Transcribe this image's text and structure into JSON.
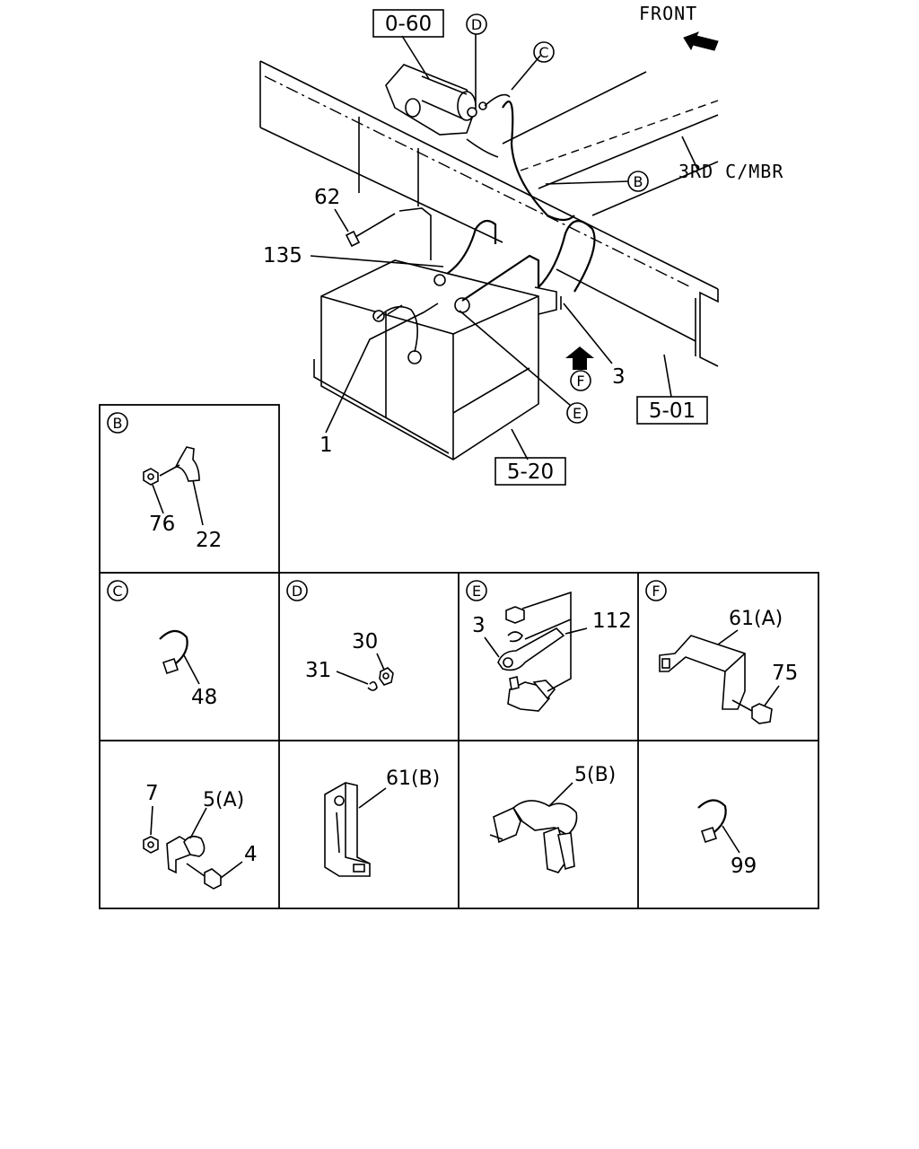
{
  "main": {
    "front_label": "FRONT",
    "frame_label": "3RD C/MBR",
    "ref_boxes": {
      "r060": "0-60",
      "r501": "5-01",
      "r520": "5-20"
    },
    "callouts": {
      "b": "B",
      "c": "C",
      "d": "D",
      "e": "E",
      "f": "F"
    },
    "parts": {
      "p62": "62",
      "p135": "135",
      "p3": "3",
      "p1": "1"
    }
  },
  "details": {
    "b": {
      "letter": "B",
      "parts": [
        "76",
        "22"
      ]
    },
    "c": {
      "letter": "C",
      "parts": [
        "48"
      ]
    },
    "d": {
      "letter": "D",
      "parts": [
        "30",
        "31"
      ]
    },
    "e": {
      "letter": "E",
      "parts": [
        "3",
        "112"
      ]
    },
    "f": {
      "letter": "F",
      "parts": [
        "61(A)",
        "75"
      ]
    },
    "g": {
      "parts": [
        "7",
        "5(A)",
        "4"
      ]
    },
    "h": {
      "parts": [
        "61(B)"
      ]
    },
    "i": {
      "parts": [
        "5(B)"
      ]
    },
    "j": {
      "parts": [
        "99"
      ]
    }
  }
}
